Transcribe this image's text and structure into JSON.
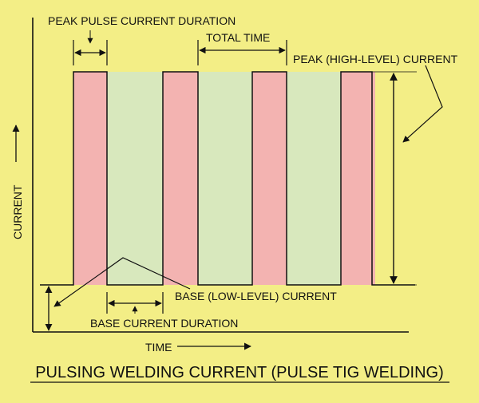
{
  "diagram": {
    "labels": {
      "peak_pulse_duration": "PEAK PULSE CURRENT DURATION",
      "total_time": "TOTAL TIME",
      "peak_current": "PEAK (HIGH-LEVEL) CURRENT",
      "base_current": "BASE (LOW-LEVEL) CURRENT",
      "base_current_duration": "BASE CURRENT DURATION",
      "y_axis": "CURRENT",
      "x_axis": "TIME"
    },
    "title": "PULSING WELDING CURRENT (PULSE TIG WELDING)"
  },
  "colors": {
    "background": "#f3ee86",
    "peak_fill": "#f3b3b1",
    "base_fill": "#d8e8bd",
    "line": "#111111"
  }
}
